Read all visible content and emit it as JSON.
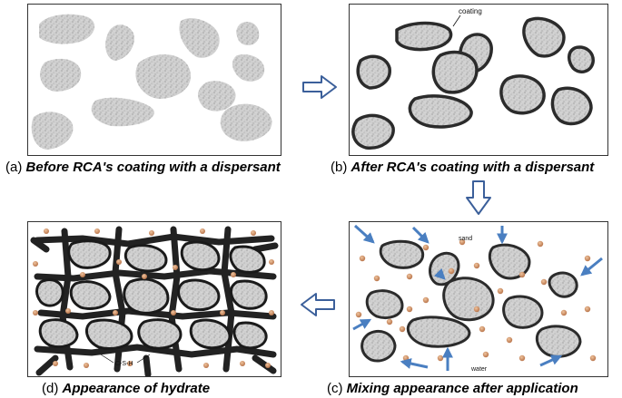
{
  "panels": {
    "a": {
      "label": "(a)",
      "caption": "Before RCA's coating with a dispersant"
    },
    "b": {
      "label": "(b)",
      "caption": "After RCA's coating with a dispersant",
      "annotation": "coating"
    },
    "c": {
      "label": "(c)",
      "caption": "Mixing appearance after application",
      "annotation_sand": "sand",
      "annotation_water": "water"
    },
    "d": {
      "label": "(d)",
      "caption": "Appearance of hydrate",
      "annotation_csh": "C-S-H"
    }
  },
  "colors": {
    "aggregate_fill": "#c9c9c9",
    "coating_stroke": "#2b2b2b",
    "sand": "#c98b5e",
    "water_arrow": "#4a7fc1",
    "flow_arrow": "#3b5f9a",
    "hydrate": "#222222"
  }
}
